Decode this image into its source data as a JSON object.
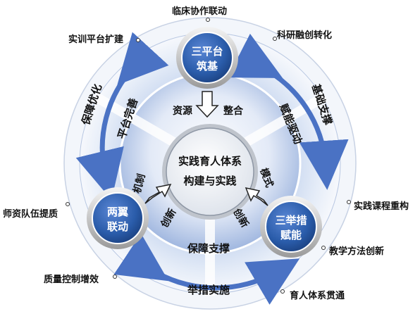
{
  "core": {
    "line1": "实践育人体系",
    "line2": "构建与实践"
  },
  "top_node": {
    "line1": "三平台",
    "line2": "筑基"
  },
  "left_node": {
    "line1": "两翼",
    "line2": "联动"
  },
  "right_node": {
    "line1": "三举措",
    "line2": "赋能"
  },
  "inner_labels": {
    "resource": "资源",
    "integrate": "整合",
    "mechanism": "机制",
    "innovation_left": "创新",
    "mode": "模式",
    "innovation_right": "创新"
  },
  "ring_labels": {
    "guarantee_optimize": "保障优化",
    "platform_improve": "平台完善",
    "foundation_support": "基础支撑",
    "empower_drive": "赋能驱动",
    "guarantee_support": "保障支撑",
    "measure_implement": "举措实施"
  },
  "outer_items": {
    "top": "临床协作联动",
    "top_left": "实训平台扩建",
    "top_right": "科研融创转化",
    "left": "师资队伍提质",
    "right": "实践课程重构",
    "bottom_left": "质量控制增效",
    "bottom_right_upper": "教学方法创新",
    "bottom_right_lower": "育人体系贯通"
  },
  "colors": {
    "node_blue": "#2a5caa",
    "arrow_blue": "#4a72c4",
    "ring_light": "#dfe7f5"
  }
}
